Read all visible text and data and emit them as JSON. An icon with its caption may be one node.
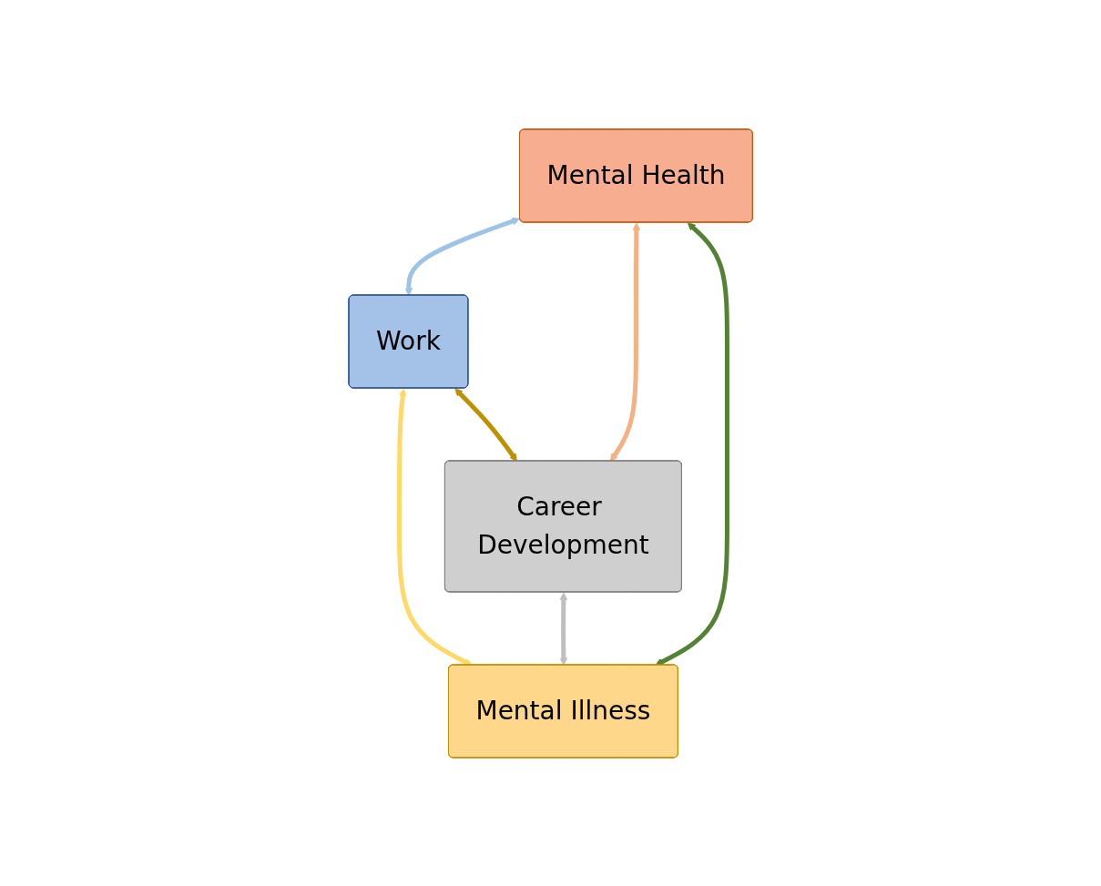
{
  "diagram": {
    "nodes": [
      {
        "text": [
          "Mental Health"
        ]
      },
      {
        "text": [
          "Work"
        ]
      },
      {
        "text": [
          "Career Development"
        ]
      },
      {
        "text": [
          "Mental Illness"
        ]
      }
    ],
    "edges": [
      {
        "from": 0,
        "to": 1,
        "arrow": "both",
        "color": "#9dc3e6"
      },
      {
        "from": 0,
        "to": 2,
        "arrow": "both",
        "color": "#f4b183"
      },
      {
        "from": 1,
        "to": 3,
        "arrow": "both",
        "color": "#ffd966"
      },
      {
        "from": 2,
        "to": 3,
        "arrow": "both",
        "color": "#bfbfbf"
      },
      {
        "from": 1,
        "to": 2,
        "arrow": "both",
        "color": "#bf9000"
      },
      {
        "from": 0,
        "to": 3,
        "arrow": "both",
        "color": "#548235"
      }
    ]
  }
}
